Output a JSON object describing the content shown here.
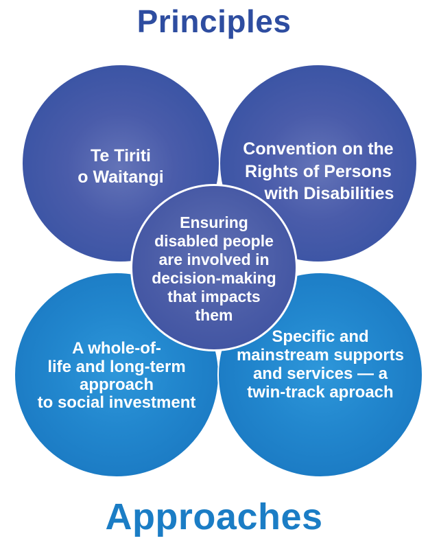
{
  "diagram": {
    "title_top": "Principles",
    "title_bottom": "Approaches",
    "circles": {
      "top_left": {
        "lines": [
          "Te Tiriti",
          "o Waitangi"
        ]
      },
      "top_right": {
        "lines": [
          "Convention on the",
          "Rights of Persons",
          "with Disabilities"
        ]
      },
      "center": {
        "lines": [
          "Ensuring",
          "disabled people",
          "are involved in",
          "decision-making",
          "that impacts",
          "them"
        ]
      },
      "bottom_left": {
        "lines": [
          "A whole-of-",
          "life and long-term",
          "approach",
          "to social investment"
        ]
      },
      "bottom_right": {
        "lines": [
          "Specific and",
          "mainstream supports",
          "and services — a",
          "twin-track aproach"
        ]
      }
    },
    "colors": {
      "title_top": "#2e4da0",
      "title_bottom": "#1b7dc5",
      "dark_circle": "#3a54a4",
      "dark_circle_highlight": "#6474b8",
      "light_circle": "#1b7ac3",
      "light_circle_highlight": "#2e97da",
      "center_circle": "#3e52a1",
      "center_circle_highlight": "#5f6fb3",
      "circle_text": "#ffffff",
      "circle_ring": "#ffffff"
    }
  }
}
